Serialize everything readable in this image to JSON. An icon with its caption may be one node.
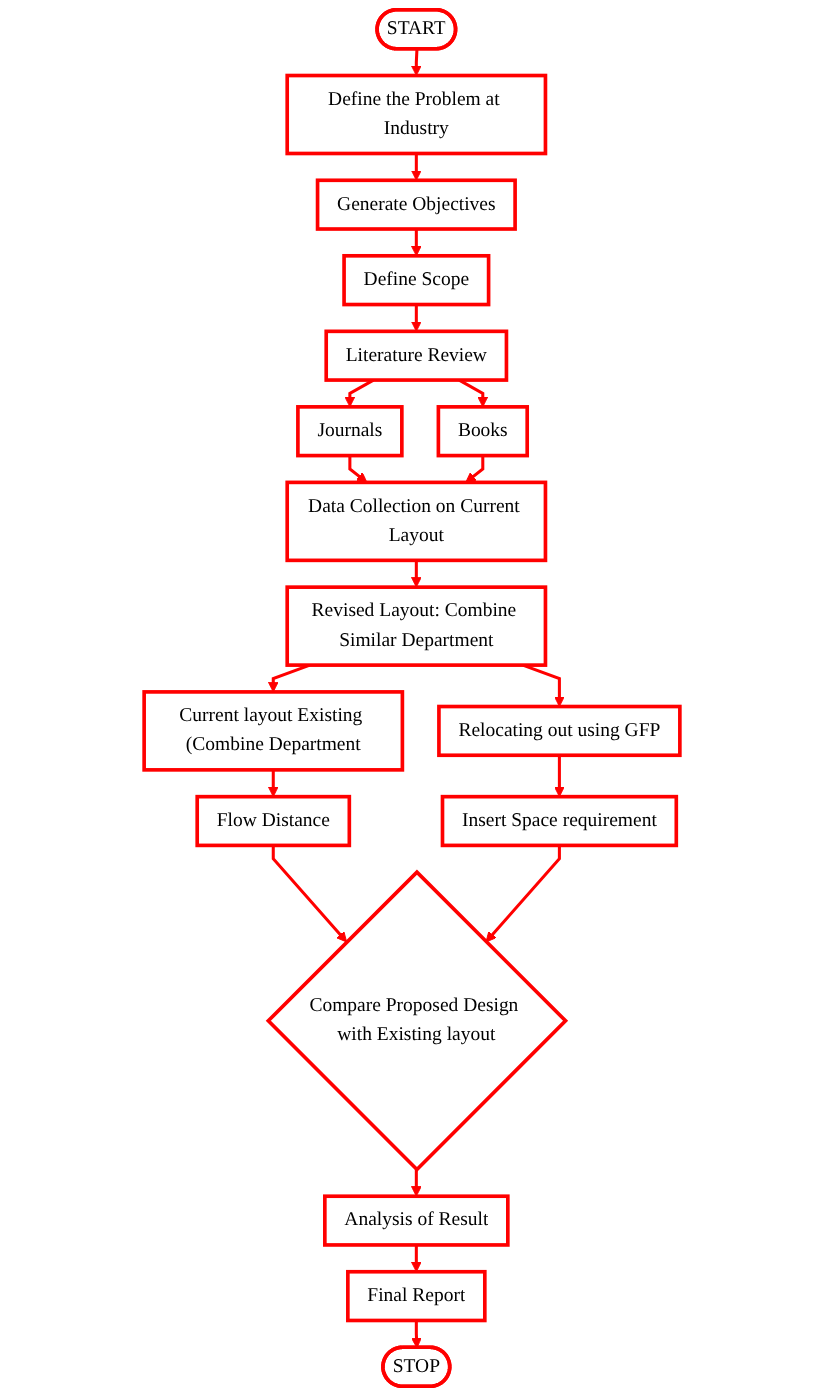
{
  "diagram": {
    "nodes": [
      {
        "text": [
          "START"
        ]
      },
      {
        "text": [
          "Define the Problem at Industry"
        ]
      },
      {
        "text": [
          "Generate Objectives"
        ]
      },
      {
        "text": [
          "Define Scope"
        ]
      },
      {
        "text": [
          "Literature Review"
        ]
      },
      {
        "text": [
          "Journals"
        ]
      },
      {
        "text": [
          "Books"
        ]
      },
      {
        "text": [
          "Data Collection on Current Layout"
        ]
      },
      {
        "text": [
          "Revised Layout: Combine Similar Department"
        ]
      },
      {
        "text": [
          "Current layout Existing (Combine Department"
        ]
      },
      {
        "text": [
          "Relocating out using GFP"
        ]
      },
      {
        "text": [
          "Flow Distance"
        ]
      },
      {
        "text": [
          "Insert Space requirement"
        ]
      },
      {
        "text": [
          "Compare Proposed Design with Existing layout"
        ]
      },
      {
        "text": [
          "Analysis of Result"
        ]
      },
      {
        "text": [
          "Final Report"
        ]
      },
      {
        "text": [
          "STOP"
        ]
      }
    ],
    "edges": [
      {
        "from": 0,
        "to": 1,
        "arrow": "to"
      },
      {
        "from": 1,
        "to": 2,
        "arrow": "to"
      },
      {
        "from": 2,
        "to": 3,
        "arrow": "to"
      },
      {
        "from": 3,
        "to": 4,
        "arrow": "to"
      },
      {
        "from": 4,
        "to": 5,
        "arrow": "to"
      },
      {
        "from": 4,
        "to": 6,
        "arrow": "to"
      },
      {
        "from": 5,
        "to": 7,
        "arrow": "to"
      },
      {
        "from": 6,
        "to": 7,
        "arrow": "to"
      },
      {
        "from": 7,
        "to": 8,
        "arrow": "to"
      },
      {
        "from": 8,
        "to": 9,
        "arrow": "to"
      },
      {
        "from": 8,
        "to": 10,
        "arrow": "to"
      },
      {
        "from": 9,
        "to": 11,
        "arrow": "to"
      },
      {
        "from": 10,
        "to": 12,
        "arrow": "to"
      },
      {
        "from": 11,
        "to": 13,
        "arrow": "to"
      },
      {
        "from": 12,
        "to": 13,
        "arrow": "to"
      },
      {
        "from": 13,
        "to": 14,
        "arrow": "to"
      },
      {
        "from": 14,
        "to": 15,
        "arrow": "to"
      },
      {
        "from": 15,
        "to": 16,
        "arrow": "to"
      }
    ]
  }
}
